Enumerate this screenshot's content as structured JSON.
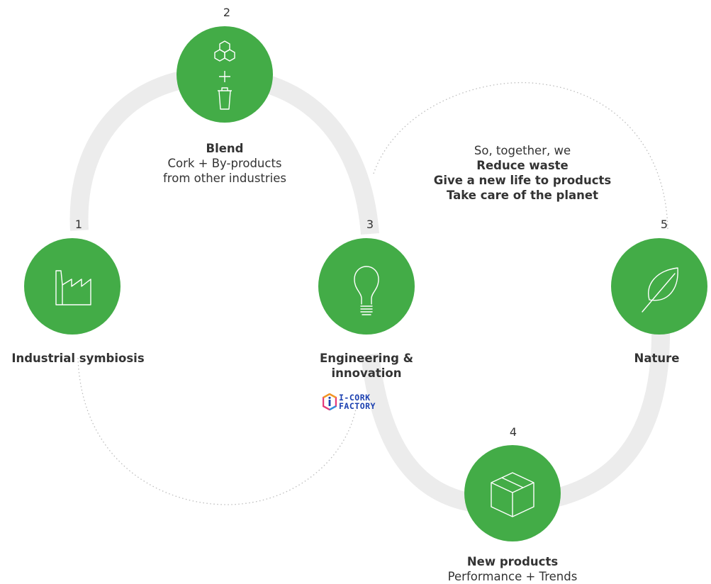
{
  "colors": {
    "circle": "#43ac47",
    "loop_track": "#ececec",
    "dotted": "#bdbdbd",
    "text": "#333333",
    "logo_blue": "#1a3fb0"
  },
  "steps": [
    {
      "number": "1",
      "title": "Industrial symbiosis",
      "subtitle": [],
      "icon": "factory-icon"
    },
    {
      "number": "2",
      "title": "Blend",
      "subtitle": [
        "Cork + By-products",
        "from other industries"
      ],
      "icon": "molecule-plus-bin-icon"
    },
    {
      "number": "3",
      "title": "Engineering &",
      "title_line2": "innovation",
      "subtitle": [],
      "icon": "lightbulb-icon"
    },
    {
      "number": "4",
      "title": "New products",
      "subtitle": [
        "Performance + Trends"
      ],
      "icon": "box-icon"
    },
    {
      "number": "5",
      "title": "Nature",
      "subtitle": [],
      "icon": "leaf-icon"
    }
  ],
  "message": {
    "intro": "So, together, we",
    "points": [
      "Reduce waste",
      "Give a new life to products",
      "Take care of the planet"
    ]
  },
  "logo": {
    "line1": "I-CORK",
    "line2": "FACTORY"
  }
}
